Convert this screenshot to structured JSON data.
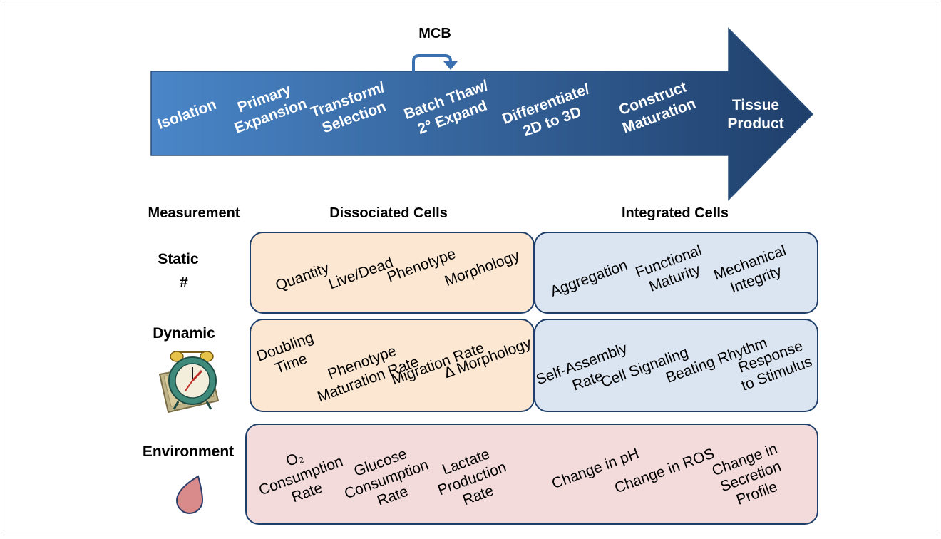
{
  "colors": {
    "arrow_light": "#4a86c8",
    "arrow_dark": "#1f3f6b",
    "dissociated_fill": "#fbe7d2",
    "integrated_fill": "#dbe5f1",
    "environment_fill": "#f3dbdb",
    "box_stroke": "#1f3f6b",
    "drop_fill": "#d98a8a"
  },
  "mcb_label": "MCB",
  "process_steps": [
    {
      "lines": [
        "Isolation"
      ]
    },
    {
      "lines": [
        "Primary",
        "Expansion"
      ]
    },
    {
      "lines": [
        "Transform/",
        "Selection"
      ]
    },
    {
      "lines": [
        "Batch Thaw/",
        "2° Expand"
      ]
    },
    {
      "lines": [
        "Differentiate/",
        "2D to 3D"
      ]
    },
    {
      "lines": [
        "Construct",
        "Maturation"
      ]
    },
    {
      "lines": [
        "Tissue",
        "Product"
      ]
    }
  ],
  "headers": {
    "measurement": "Measurement",
    "dissociated": "Dissociated Cells",
    "integrated": "Integrated Cells"
  },
  "rows": {
    "static": {
      "label": "Static",
      "symbol": "#"
    },
    "dynamic": {
      "label": "Dynamic",
      "icon": "alarm-clock-icon"
    },
    "environment": {
      "label": "Environment",
      "icon": "drop-icon"
    }
  },
  "static_dissociated": [
    {
      "lines": [
        "Quantity"
      ]
    },
    {
      "lines": [
        "Live/Dead"
      ]
    },
    {
      "lines": [
        "Phenotype"
      ]
    },
    {
      "lines": [
        "Morphology"
      ]
    }
  ],
  "static_integrated": [
    {
      "lines": [
        "Aggregation"
      ]
    },
    {
      "lines": [
        "Functional",
        "Maturity"
      ]
    },
    {
      "lines": [
        "Mechanical",
        "Integrity"
      ]
    }
  ],
  "dynamic_dissociated": [
    {
      "lines": [
        "Doubling",
        "Time"
      ]
    },
    {
      "lines": [
        "Phenotype",
        "Maturation Rate"
      ]
    },
    {
      "lines": [
        "Migration Rate"
      ]
    },
    {
      "lines": [
        "Δ Morphology"
      ]
    }
  ],
  "dynamic_integrated": [
    {
      "lines": [
        "Self-Assembly",
        "Rate"
      ]
    },
    {
      "lines": [
        "Cell Signaling"
      ]
    },
    {
      "lines": [
        "Beating Rhythm"
      ]
    },
    {
      "lines": [
        "Response",
        "to Stimulus"
      ]
    }
  ],
  "environment_items": [
    {
      "lines": [
        "O₂",
        "Consumption",
        "Rate"
      ]
    },
    {
      "lines": [
        "Glucose",
        "Consumption",
        "Rate"
      ]
    },
    {
      "lines": [
        "Lactate",
        "Production",
        "Rate"
      ]
    },
    {
      "lines": [
        "Change in pH"
      ]
    },
    {
      "lines": [
        "Change in ROS"
      ]
    },
    {
      "lines": [
        "Change in",
        "Secretion",
        "Profile"
      ]
    }
  ]
}
